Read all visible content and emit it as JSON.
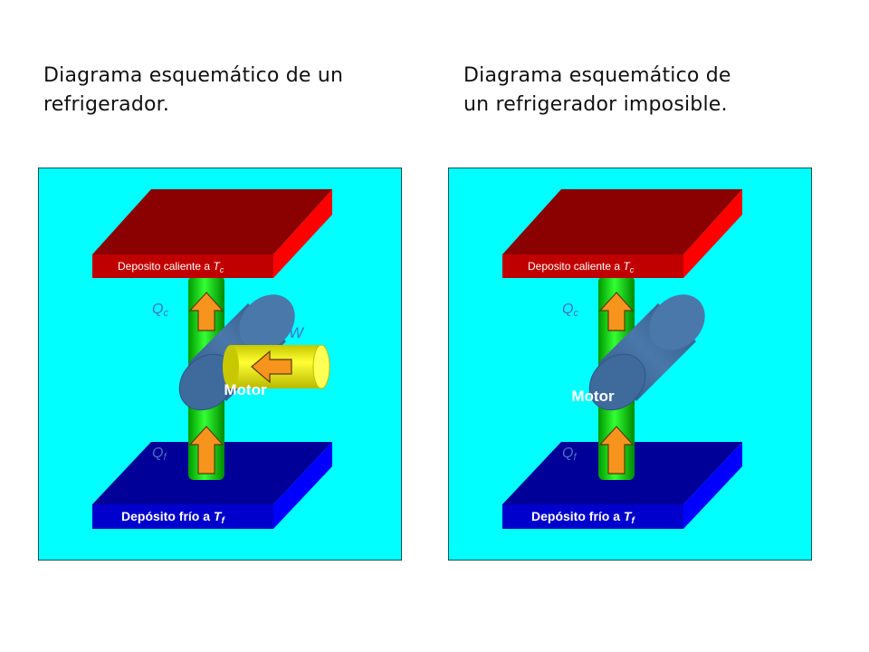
{
  "titles": {
    "left": "Diagrama esquemático de un refrigerador.",
    "right": "Diagrama esquemático de un refrigerador imposible."
  },
  "panels": {
    "left": {
      "hot_reservoir": {
        "text": "Deposito caliente a ",
        "var": "T",
        "sub": "c"
      },
      "cold_reservoir": {
        "text": "Depósito frío a ",
        "var": "T",
        "sub": "f"
      },
      "q_hot": {
        "var": "Q",
        "sub": "c"
      },
      "q_cold": {
        "var": "Q",
        "sub": "f"
      },
      "motor": "Motor",
      "work": "W",
      "has_work_input": true
    },
    "right": {
      "hot_reservoir": {
        "text": "Deposito caliente a ",
        "var": "T",
        "sub": "c"
      },
      "cold_reservoir": {
        "text": "Depósito frío a ",
        "var": "T",
        "sub": "f"
      },
      "q_hot": {
        "var": "Q",
        "sub": "c"
      },
      "q_cold": {
        "var": "Q",
        "sub": "f"
      },
      "motor": "Motor",
      "has_work_input": false
    }
  },
  "colors": {
    "background": "#00FFFF",
    "hot_top": "#8B0000",
    "hot_front": "#C00000",
    "hot_side": "#FF0000",
    "cold_top": "#000099",
    "cold_front": "#0000CC",
    "cold_side": "#0000FF",
    "pipe": "#00CC00",
    "motor": "#3C6696",
    "work_cylinder": "#E6E600",
    "arrow": "#F7941D",
    "label_blue": "#4A6FC4"
  }
}
